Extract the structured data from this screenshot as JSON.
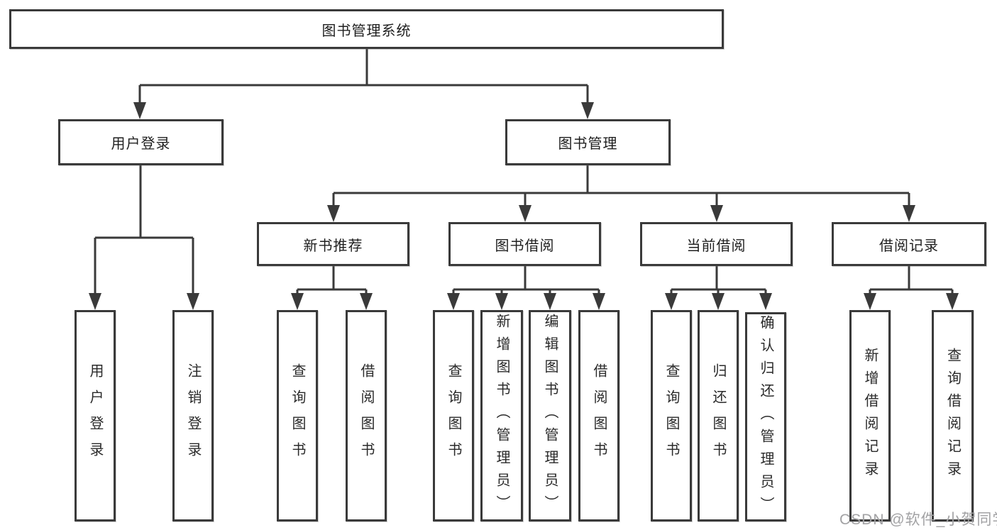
{
  "diagram": {
    "root": {
      "label": "图书管理系统"
    },
    "branches": [
      {
        "label": "用户登录",
        "children": [
          {
            "label": "用户登录"
          },
          {
            "label": "注销登录"
          }
        ]
      },
      {
        "label": "图书管理",
        "groups": [
          {
            "label": "新书推荐",
            "children": [
              {
                "label": "查询图书"
              },
              {
                "label": "借阅图书"
              }
            ]
          },
          {
            "label": "图书借阅",
            "children": [
              {
                "label": "查询图书"
              },
              {
                "label": "新增图书（管理员）"
              },
              {
                "label": "编辑图书（管理员）"
              },
              {
                "label": "借阅图书"
              }
            ]
          },
          {
            "label": "当前借阅",
            "children": [
              {
                "label": "查询图书"
              },
              {
                "label": "归还图书"
              },
              {
                "label": "确认归还（管理员）"
              }
            ]
          },
          {
            "label": "借阅记录",
            "children": [
              {
                "label": "新增借阅记录"
              },
              {
                "label": "查询借阅记录"
              }
            ]
          }
        ]
      }
    ]
  },
  "watermark": {
    "label": "CSDN @软件_小贺同学"
  },
  "colors": {
    "line": "#3a3a3a",
    "box_border": "#3a3a3a",
    "text": "#1f1f1f",
    "background": "#ffffff",
    "watermark": "#a2a2a4"
  }
}
